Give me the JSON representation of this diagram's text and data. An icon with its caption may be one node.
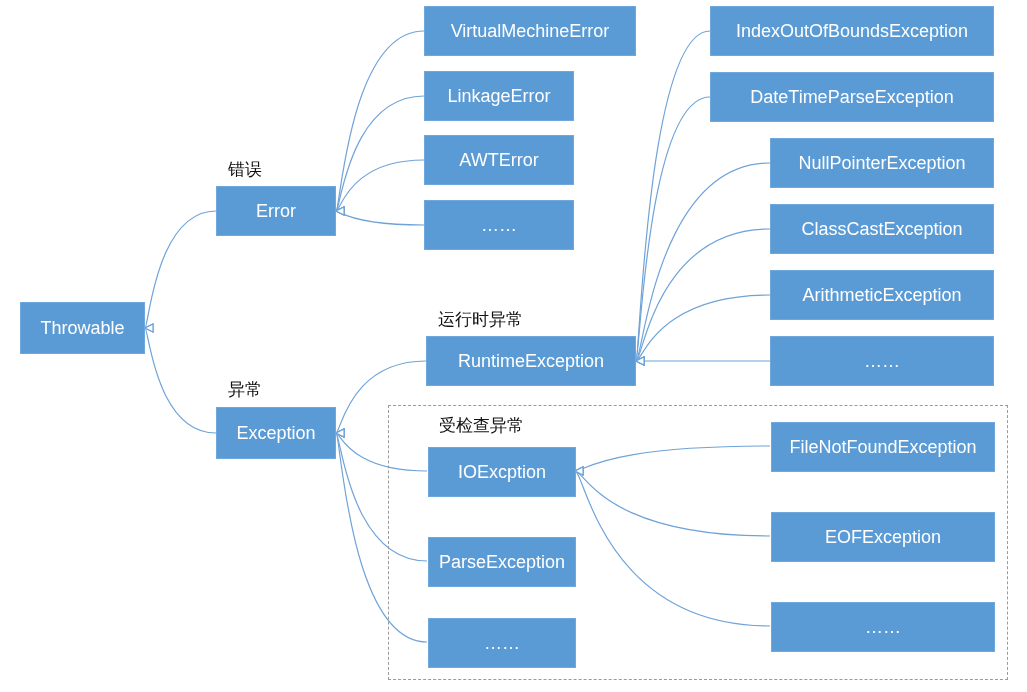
{
  "diagram": {
    "nodes": [
      {
        "text": [
          "Throwable"
        ]
      },
      {
        "text": [
          "Error"
        ],
        "beside": [
          "错误"
        ]
      },
      {
        "text": [
          "Exception"
        ],
        "beside": [
          "异常"
        ]
      },
      {
        "text": [
          "VirtualMechineError"
        ]
      },
      {
        "text": [
          "LinkageError"
        ]
      },
      {
        "text": [
          "AWTError"
        ]
      },
      {
        "text": [
          "……"
        ]
      },
      {
        "text": [
          "RuntimeException"
        ],
        "beside": [
          "运行时异常"
        ]
      },
      {
        "text": [
          "受检查异常"
        ]
      },
      {
        "text": [
          "IOExcption"
        ],
        "in": 8
      },
      {
        "text": [
          "ParseException"
        ],
        "in": 8
      },
      {
        "text": [
          "……"
        ],
        "in": 8
      },
      {
        "text": [
          "IndexOutOfBoundsException"
        ]
      },
      {
        "text": [
          "DateTimeParseException"
        ]
      },
      {
        "text": [
          "NullPointerException"
        ]
      },
      {
        "text": [
          "ClassCastException"
        ]
      },
      {
        "text": [
          "ArithmeticException"
        ]
      },
      {
        "text": [
          "……"
        ]
      },
      {
        "text": [
          "FileNotFoundException"
        ],
        "in": 8
      },
      {
        "text": [
          "EOFException"
        ],
        "in": 8
      },
      {
        "text": [
          "……"
        ],
        "in": 8
      }
    ],
    "edges": [
      {
        "from": 1,
        "to": 0,
        "arrow": "to"
      },
      {
        "from": 2,
        "to": 0,
        "arrow": "to"
      },
      {
        "from": 3,
        "to": 1,
        "arrow": "to"
      },
      {
        "from": 4,
        "to": 1,
        "arrow": "to"
      },
      {
        "from": 5,
        "to": 1,
        "arrow": "to"
      },
      {
        "from": 6,
        "to": 1,
        "arrow": "to"
      },
      {
        "from": 7,
        "to": 2,
        "arrow": "to"
      },
      {
        "from": 9,
        "to": 2,
        "arrow": "to"
      },
      {
        "from": 10,
        "to": 2,
        "arrow": "to"
      },
      {
        "from": 11,
        "to": 2,
        "arrow": "to"
      },
      {
        "from": 12,
        "to": 7,
        "arrow": "to"
      },
      {
        "from": 13,
        "to": 7,
        "arrow": "to"
      },
      {
        "from": 14,
        "to": 7,
        "arrow": "to"
      },
      {
        "from": 15,
        "to": 7,
        "arrow": "to"
      },
      {
        "from": 16,
        "to": 7,
        "arrow": "to"
      },
      {
        "from": 17,
        "to": 7,
        "arrow": "to"
      },
      {
        "from": 18,
        "to": 9,
        "arrow": "to"
      },
      {
        "from": 19,
        "to": 9,
        "arrow": "to"
      },
      {
        "from": 20,
        "to": 9,
        "arrow": "to"
      }
    ]
  }
}
